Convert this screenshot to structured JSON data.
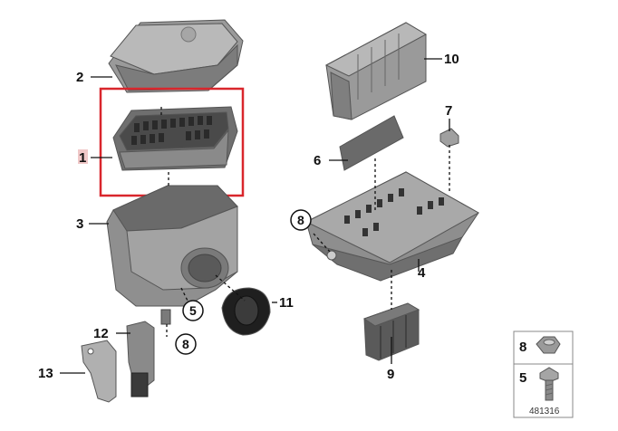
{
  "diagram": {
    "callouts": {
      "p1": "1",
      "p2": "2",
      "p3": "3",
      "p4": "4",
      "p5": "5",
      "p6": "6",
      "p7": "7",
      "p8a": "8",
      "p8b": "8",
      "p9": "9",
      "p10": "10",
      "p11": "11",
      "p12": "12",
      "p13": "13"
    },
    "legend": {
      "item_top": "8",
      "item_bottom": "5",
      "ref_number": "481316"
    },
    "highlight_color": "#d9262c",
    "part_color": "#8c8c8c"
  }
}
